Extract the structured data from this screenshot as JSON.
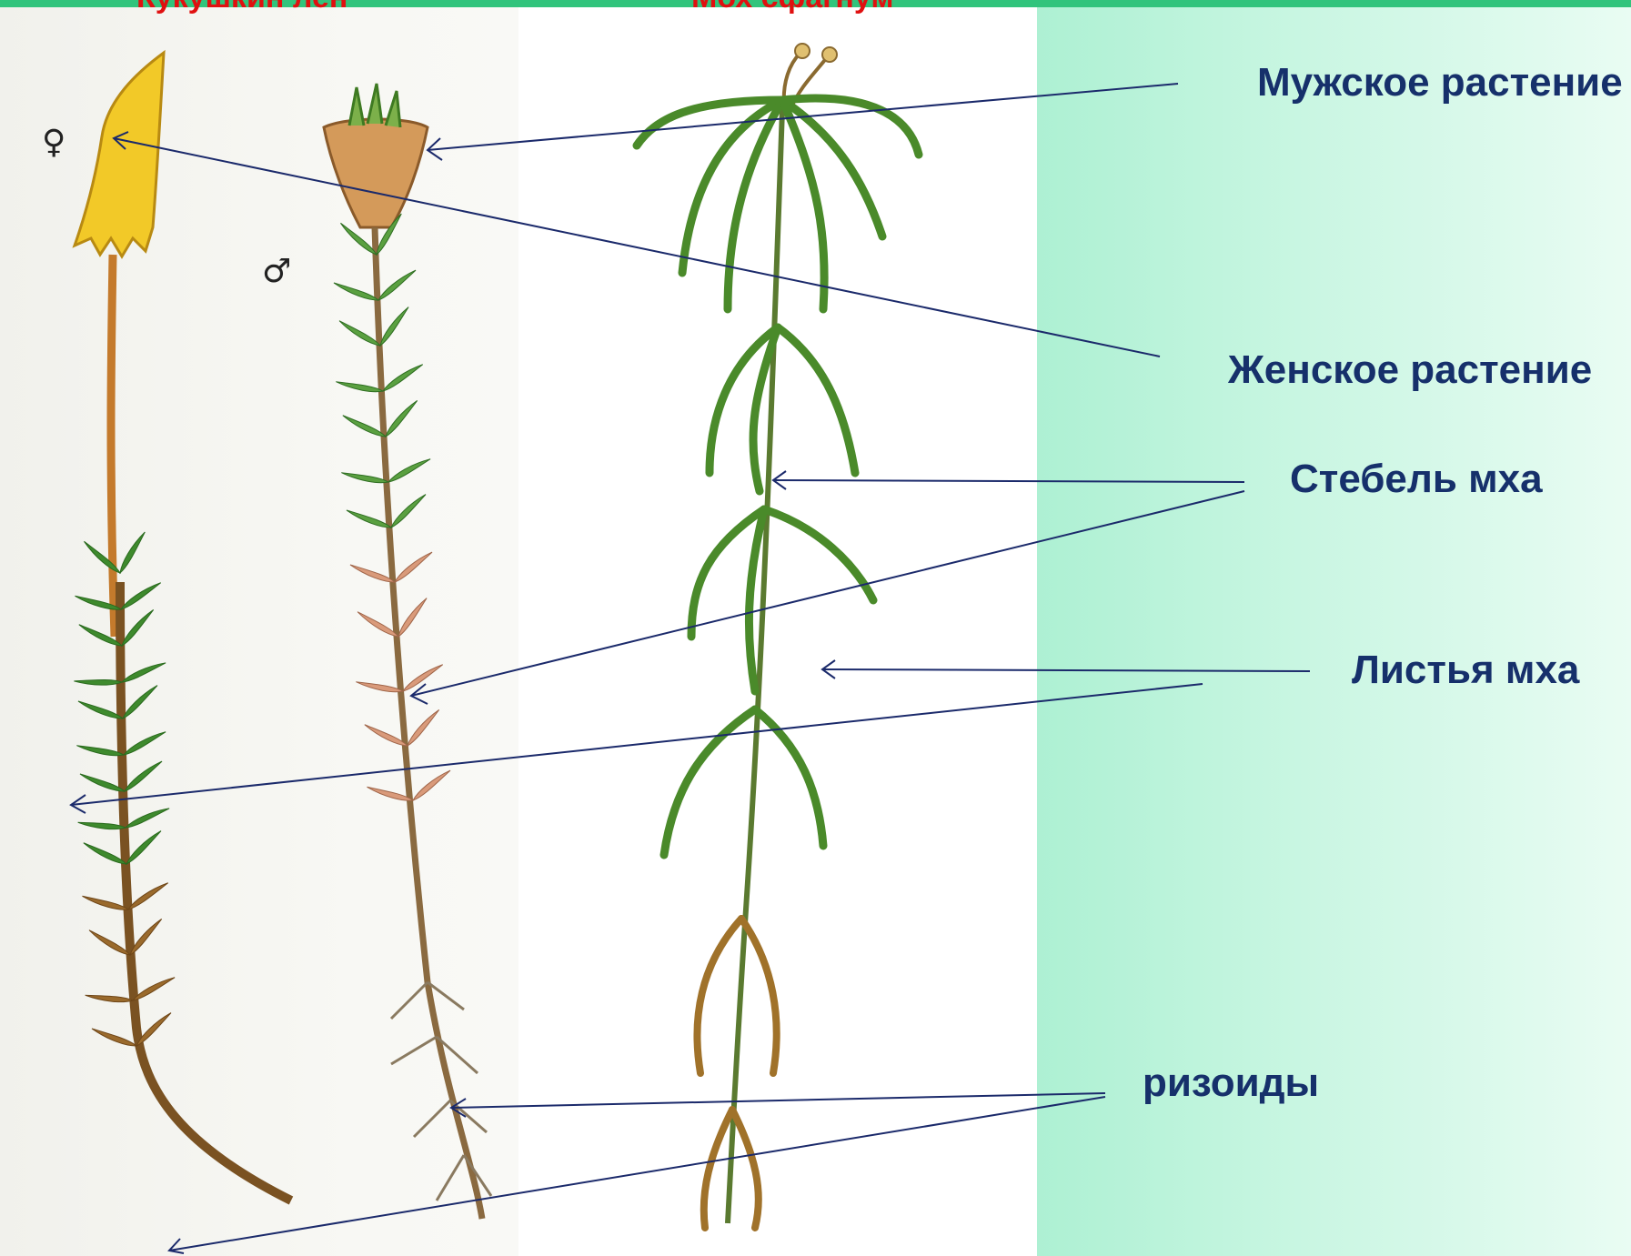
{
  "headers": {
    "left": "Кукушкин лен",
    "right": "Мох сфагнум"
  },
  "symbols": {
    "female": "♀",
    "male": "♂"
  },
  "labels": {
    "male_plant": "Мужское растение",
    "female_plant": "Женское растение",
    "stem": "Стебель мха",
    "leaves": "Листья мха",
    "rhizoids": "ризоиды"
  },
  "colors": {
    "header_red": "#e01010",
    "label_navy": "#16306b",
    "leader_line": "#1b2a6b",
    "moss_green": "#3f8f2f",
    "stem_brown": "#8a5a2a"
  }
}
